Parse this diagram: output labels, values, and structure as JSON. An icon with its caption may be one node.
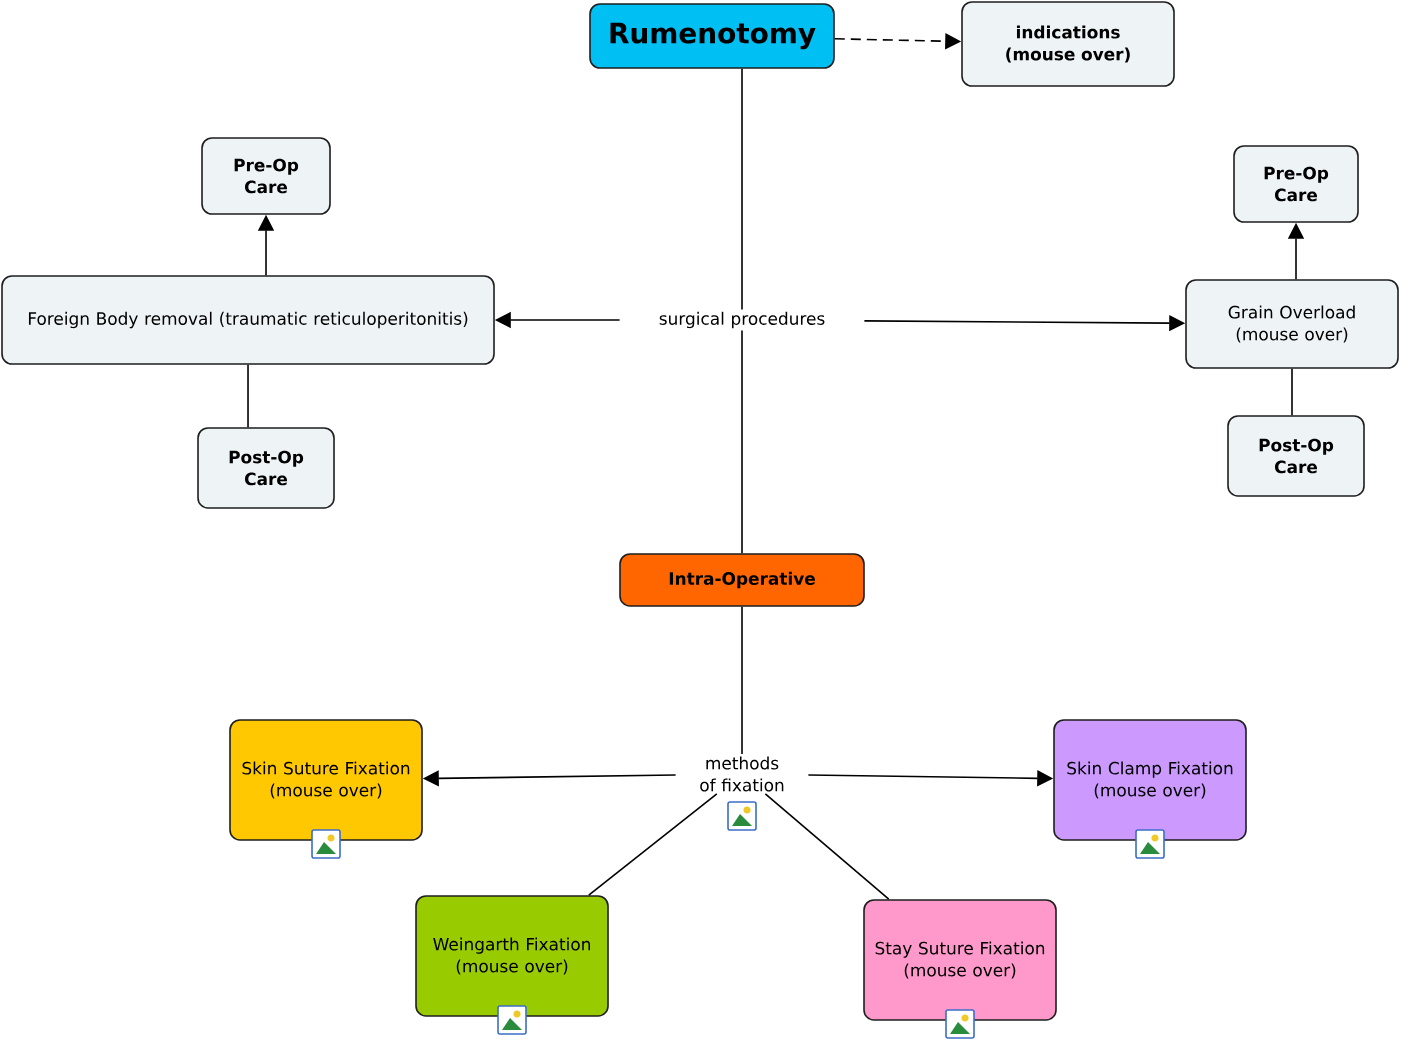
{
  "diagram": {
    "nodes": [
      {
        "text": [
          "Rumenotomy"
        ]
      },
      {
        "text": [
          "indications (mouse over)"
        ]
      },
      {
        "text": [
          "Pre-Op Care"
        ]
      },
      {
        "text": [
          "Foreign Body removal (traumatic reticuloperitonitis)"
        ]
      },
      {
        "text": [
          "Post-Op Care"
        ]
      },
      {
        "text": [
          "surgical procedures"
        ]
      },
      {
        "text": [
          "Pre-Op Care"
        ]
      },
      {
        "text": [
          "Grain Overload (mouse over)"
        ]
      },
      {
        "text": [
          "Post-Op Care"
        ]
      },
      {
        "text": [
          "Intra-Operative"
        ]
      },
      {
        "text": [
          "methods of fixation"
        ]
      },
      {
        "text": [
          "Skin Suture Fixation (mouse over)"
        ]
      },
      {
        "text": [
          "Skin Clamp Fixation (mouse over)"
        ]
      },
      {
        "text": [
          "Weingarth Fixation (mouse over)"
        ]
      },
      {
        "text": [
          "Stay Suture Fixation (mouse over)"
        ]
      }
    ],
    "edges": [
      {
        "from": 0,
        "to": 1,
        "arrow": "to",
        "style": "dashed"
      },
      {
        "from": 0,
        "to": 5,
        "arrow": "none"
      },
      {
        "from": 5,
        "to": 3,
        "arrow": "to"
      },
      {
        "from": 5,
        "to": 7,
        "arrow": "to"
      },
      {
        "from": 5,
        "to": 9,
        "arrow": "none"
      },
      {
        "from": 3,
        "to": 2,
        "arrow": "to"
      },
      {
        "from": 4,
        "to": 3,
        "arrow": "none"
      },
      {
        "from": 7,
        "to": 6,
        "arrow": "to"
      },
      {
        "from": 8,
        "to": 7,
        "arrow": "none"
      },
      {
        "from": 9,
        "to": 10,
        "arrow": "none"
      },
      {
        "from": 10,
        "to": 11,
        "arrow": "to"
      },
      {
        "from": 10,
        "to": 12,
        "arrow": "to"
      },
      {
        "from": 10,
        "to": 13,
        "arrow": "none"
      },
      {
        "from": 10,
        "to": 14,
        "arrow": "none"
      }
    ]
  }
}
